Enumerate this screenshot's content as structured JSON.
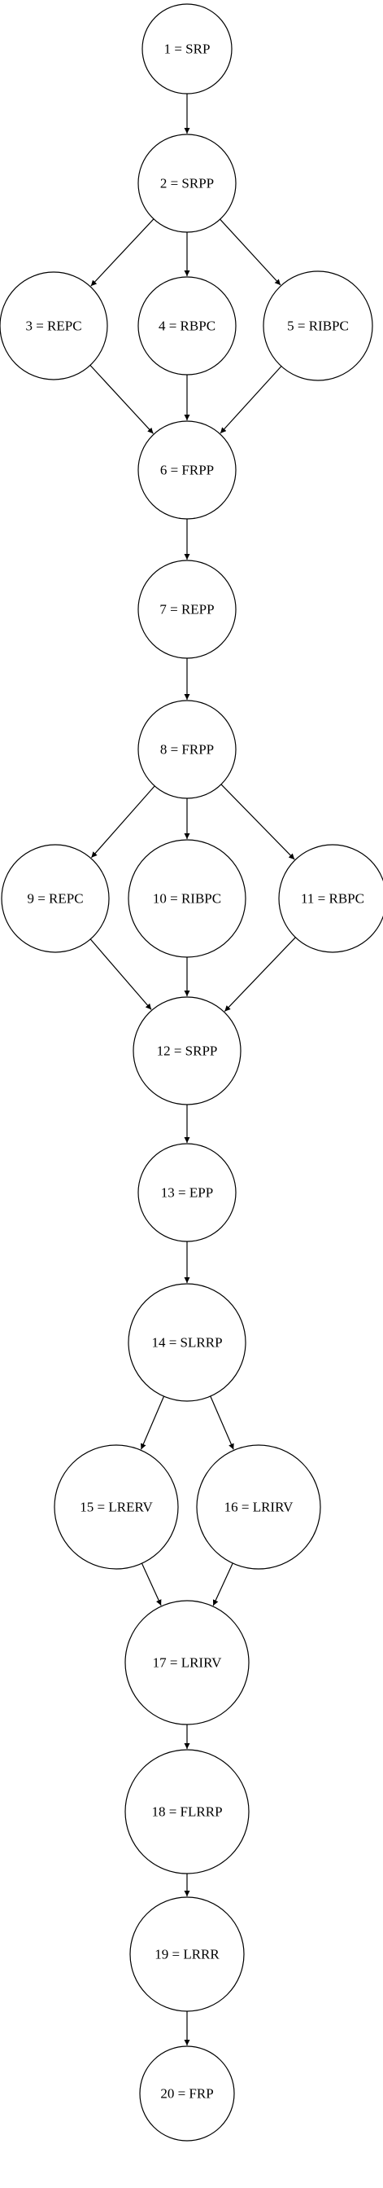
{
  "diagram": {
    "type": "flowchart",
    "colors": {
      "node_fill": "#ffffff",
      "node_stroke": "#000000",
      "edge": "#000000",
      "background": "#ffffff"
    },
    "nodes": [
      {
        "id": 1,
        "label": "1 = SRP"
      },
      {
        "id": 2,
        "label": "2 = SRPP"
      },
      {
        "id": 3,
        "label": "3 = REPC"
      },
      {
        "id": 4,
        "label": "4 = RBPC"
      },
      {
        "id": 5,
        "label": "5 = RIBPC"
      },
      {
        "id": 6,
        "label": "6 = FRPP"
      },
      {
        "id": 7,
        "label": "7 = REPP"
      },
      {
        "id": 8,
        "label": "8 = FRPP"
      },
      {
        "id": 9,
        "label": "9 = REPC"
      },
      {
        "id": 10,
        "label": "10 = RIBPC"
      },
      {
        "id": 11,
        "label": "11 = RBPC"
      },
      {
        "id": 12,
        "label": "12 = SRPP"
      },
      {
        "id": 13,
        "label": "13 = EPP"
      },
      {
        "id": 14,
        "label": "14 = SLRRP"
      },
      {
        "id": 15,
        "label": "15 = LRERV"
      },
      {
        "id": 16,
        "label": "16 = LRIRV"
      },
      {
        "id": 17,
        "label": "17 = LRIRV"
      },
      {
        "id": 18,
        "label": "18 = FLRRP"
      },
      {
        "id": 19,
        "label": "19 = LRRR"
      },
      {
        "id": 20,
        "label": "20 = FRP"
      }
    ],
    "edges": [
      {
        "from": 1,
        "to": 2
      },
      {
        "from": 2,
        "to": 3
      },
      {
        "from": 2,
        "to": 4
      },
      {
        "from": 2,
        "to": 5
      },
      {
        "from": 3,
        "to": 6
      },
      {
        "from": 4,
        "to": 6
      },
      {
        "from": 5,
        "to": 6
      },
      {
        "from": 6,
        "to": 7
      },
      {
        "from": 7,
        "to": 8
      },
      {
        "from": 8,
        "to": 9
      },
      {
        "from": 8,
        "to": 10
      },
      {
        "from": 8,
        "to": 11
      },
      {
        "from": 9,
        "to": 12
      },
      {
        "from": 10,
        "to": 12
      },
      {
        "from": 11,
        "to": 12
      },
      {
        "from": 12,
        "to": 13
      },
      {
        "from": 13,
        "to": 14
      },
      {
        "from": 14,
        "to": 15
      },
      {
        "from": 14,
        "to": 16
      },
      {
        "from": 15,
        "to": 17
      },
      {
        "from": 16,
        "to": 17
      },
      {
        "from": 17,
        "to": 18
      },
      {
        "from": 18,
        "to": 19
      },
      {
        "from": 19,
        "to": 20
      }
    ]
  }
}
